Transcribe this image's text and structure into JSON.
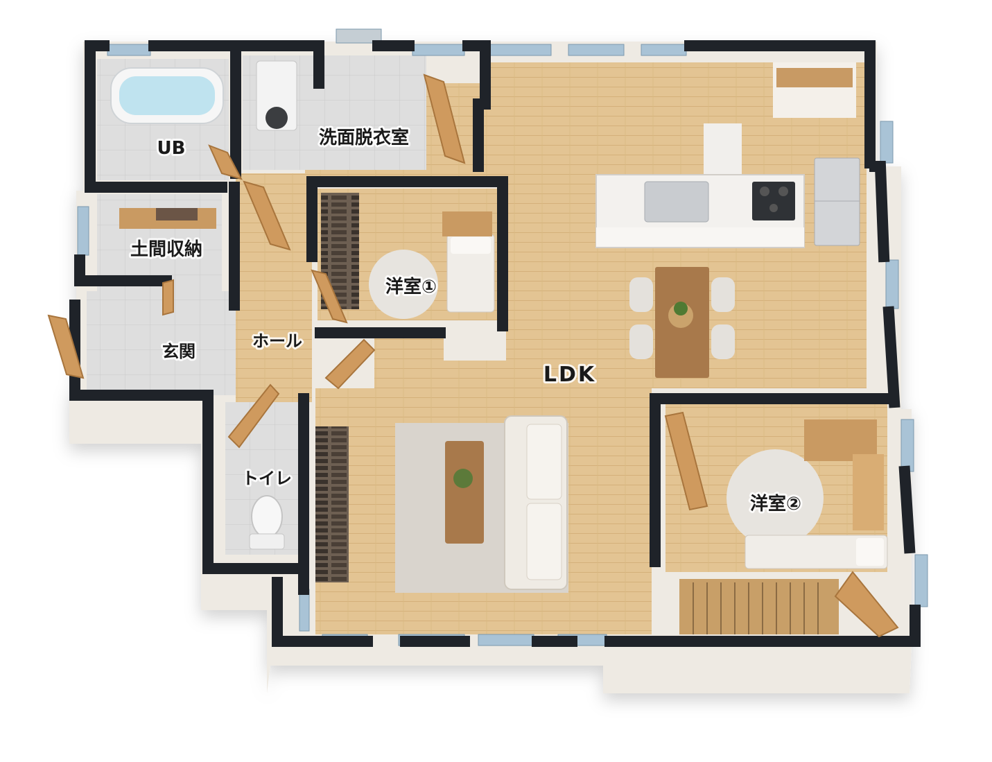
{
  "rooms": {
    "ub": "UB",
    "washroom": "洗面脱衣室",
    "storage": "土間収納",
    "bedroom1": "洋室①",
    "hall": "ホール",
    "entrance": "玄関",
    "ldk": "LDK",
    "toilet": "トイレ",
    "bedroom2": "洋室②"
  },
  "colors": {
    "wall": "#1f2329",
    "wall_face": "#e9e4dc",
    "wood_floor": "#e2c28f",
    "tile_floor": "#dcdcdc",
    "door": "#cf9a5e",
    "window": "#a9c3d6",
    "rug": "#d8d3cc",
    "table": "#a87a4c"
  },
  "icons": {
    "bathtub": "bathtub-icon",
    "washer": "washing-machine-icon",
    "kitchen": "kitchen-counter-icon",
    "fridge": "refrigerator-icon",
    "toilet": "toilet-icon",
    "sofa": "sofa-icon",
    "bed": "bed-icon",
    "stairs": "stairs-icon"
  }
}
